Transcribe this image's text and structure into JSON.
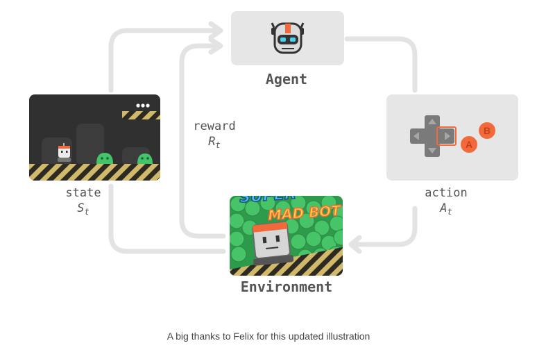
{
  "diagram": {
    "nodes": {
      "agent": {
        "label": "Agent"
      },
      "environment": {
        "label": "Environment",
        "game_title_line1": "SUPER",
        "game_title_line2": "MAD BOT"
      },
      "state": {
        "label": "state",
        "symbol": "S",
        "subscript": "t"
      },
      "action": {
        "label": "action",
        "symbol": "A",
        "subscript": "t",
        "buttons": [
          "A",
          "B"
        ]
      },
      "reward": {
        "label": "reward",
        "symbol": "R",
        "subscript": "t"
      }
    },
    "edges": [
      {
        "from": "state",
        "to": "agent"
      },
      {
        "from": "agent",
        "to": "action"
      },
      {
        "from": "action",
        "to": "environment"
      },
      {
        "from": "environment",
        "to": "state"
      },
      {
        "from": "environment",
        "to": "agent",
        "via": "reward"
      }
    ],
    "colors": {
      "arrow": "#e3e3e3",
      "card": "#e6e6e6",
      "text": "#555555",
      "accent": "#f26a3c",
      "slime": "#43c46a",
      "game_bg": "#303030"
    }
  },
  "caption": "A big thanks to Felix for this updated illustration"
}
